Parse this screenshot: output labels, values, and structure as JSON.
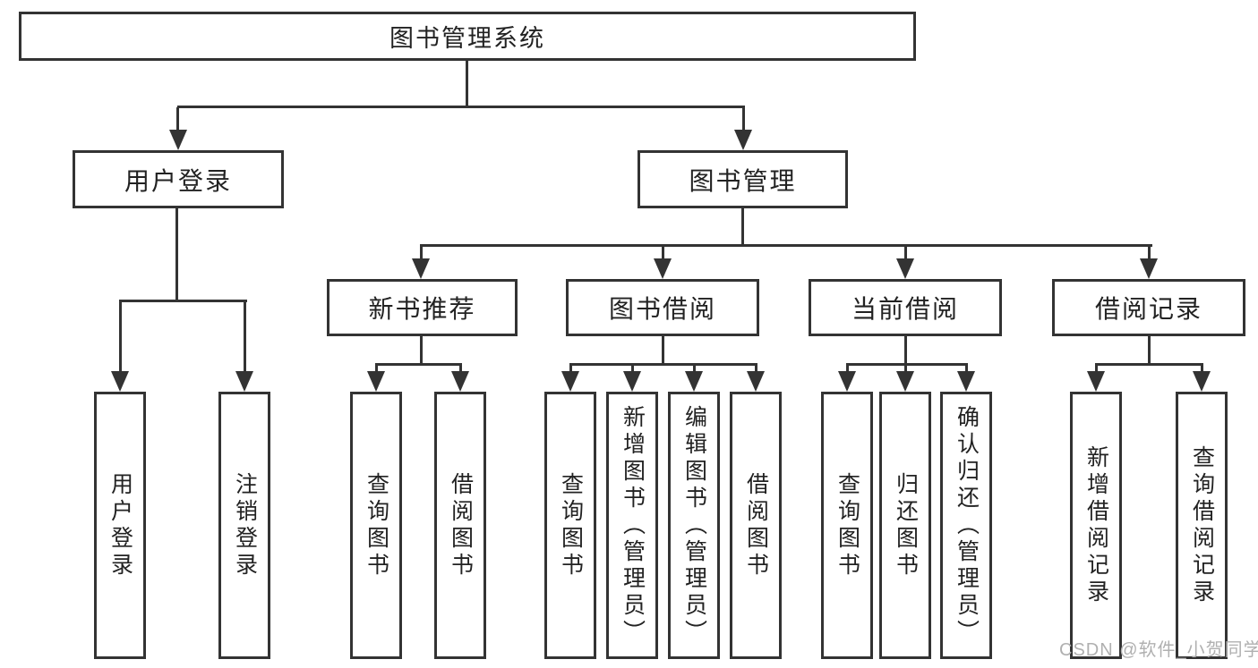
{
  "diagram": {
    "root": {
      "label": "图书管理系统"
    },
    "branches": [
      {
        "label": "用户登录",
        "leaves": [
          "用户登录",
          "注销登录"
        ]
      },
      {
        "label": "图书管理",
        "groups": [
          {
            "label": "新书推荐",
            "leaves": [
              "查询图书",
              "借阅图书"
            ]
          },
          {
            "label": "图书借阅",
            "leaves": [
              "查询图书",
              "新增图书（管理员）",
              "编辑图书（管理员）",
              "借阅图书"
            ]
          },
          {
            "label": "当前借阅",
            "leaves": [
              "查询图书",
              "归还图书",
              "确认归还（管理员）"
            ]
          },
          {
            "label": "借阅记录",
            "leaves": [
              "新增借阅记录",
              "查询借阅记录"
            ]
          }
        ]
      }
    ],
    "watermark": "CSDN @软件_小贺同学",
    "colors": {
      "line": "#333333",
      "text": "#222222",
      "watermark": "#b0b0b0",
      "background": "#ffffff"
    }
  }
}
